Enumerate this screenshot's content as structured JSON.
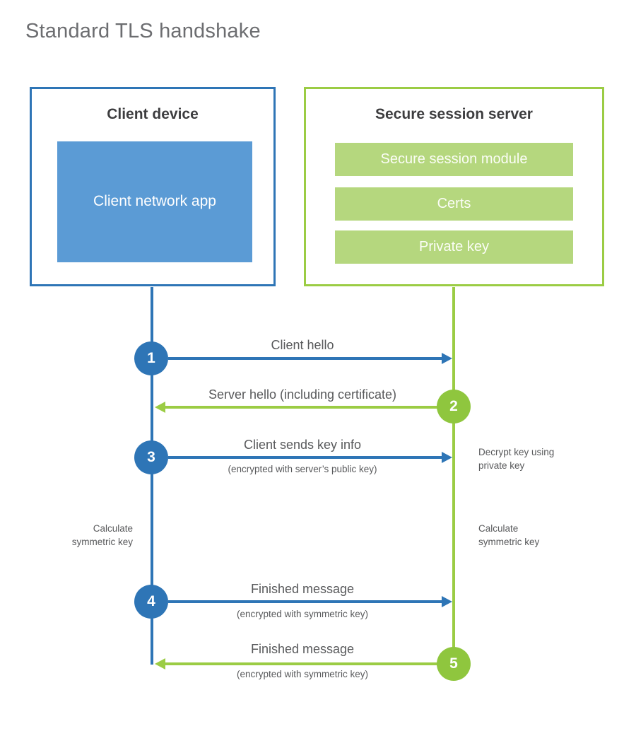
{
  "title": "Standard TLS handshake",
  "colors": {
    "blue_stroke": "#2e75b6",
    "blue_fill": "#5b9bd5",
    "green_stroke": "#9bcc44",
    "green_circle": "#8fc63e",
    "green_fill": "#b5d77e",
    "heading_text": "#3d3d3f",
    "label_text": "#58595b"
  },
  "client": {
    "title": "Client device",
    "app_label": "Client network app"
  },
  "server": {
    "title": "Secure session server",
    "modules": [
      "Secure session module",
      "Certs",
      "Private key"
    ]
  },
  "steps": [
    {
      "num": "1",
      "label": "Client hello",
      "sublabel": "",
      "direction": "right"
    },
    {
      "num": "2",
      "label": "Server hello (including certificate)",
      "sublabel": "",
      "direction": "left"
    },
    {
      "num": "3",
      "label": "Client sends key info",
      "sublabel": "(encrypted with server’s public key)",
      "direction": "right"
    },
    {
      "num": "4",
      "label": "Finished message",
      "sublabel": "(encrypted with symmetric key)",
      "direction": "right"
    },
    {
      "num": "5",
      "label": "Finished message",
      "sublabel": "(encrypted with symmetric key)",
      "direction": "left"
    }
  ],
  "annotations": {
    "decrypt_line1": "Decrypt key using",
    "decrypt_line2": "private key",
    "calculate_left_line1": "Calculate",
    "calculate_left_line2": "symmetric key",
    "calculate_right_line1": "Calculate",
    "calculate_right_line2": "symmetric key"
  }
}
